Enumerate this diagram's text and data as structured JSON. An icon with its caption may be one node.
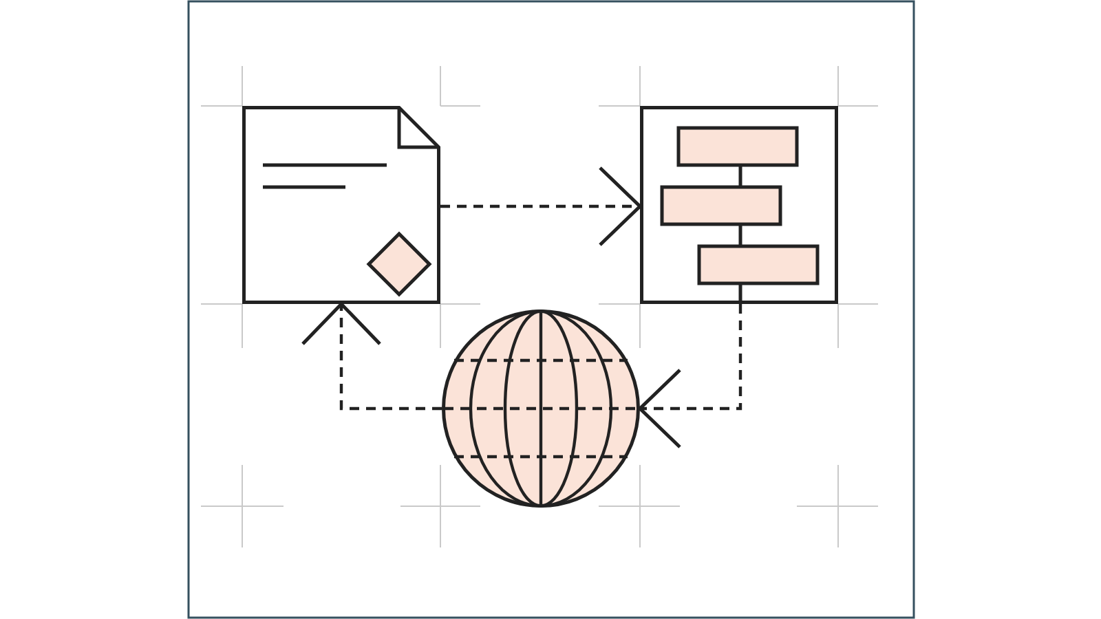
{
  "diagram": {
    "nodes": [
      {
        "text": [],
        "shape": "picture"
      },
      {
        "text": [],
        "shape": "picture"
      },
      {
        "text": [],
        "shape": "picture"
      }
    ],
    "edges": [
      {
        "from": 0,
        "to": 1,
        "arrow": "to",
        "style": "dashed"
      },
      {
        "from": 1,
        "to": 2,
        "arrow": "to",
        "style": "dashed"
      },
      {
        "from": 2,
        "to": 0,
        "arrow": "to",
        "style": "dashed"
      }
    ]
  }
}
